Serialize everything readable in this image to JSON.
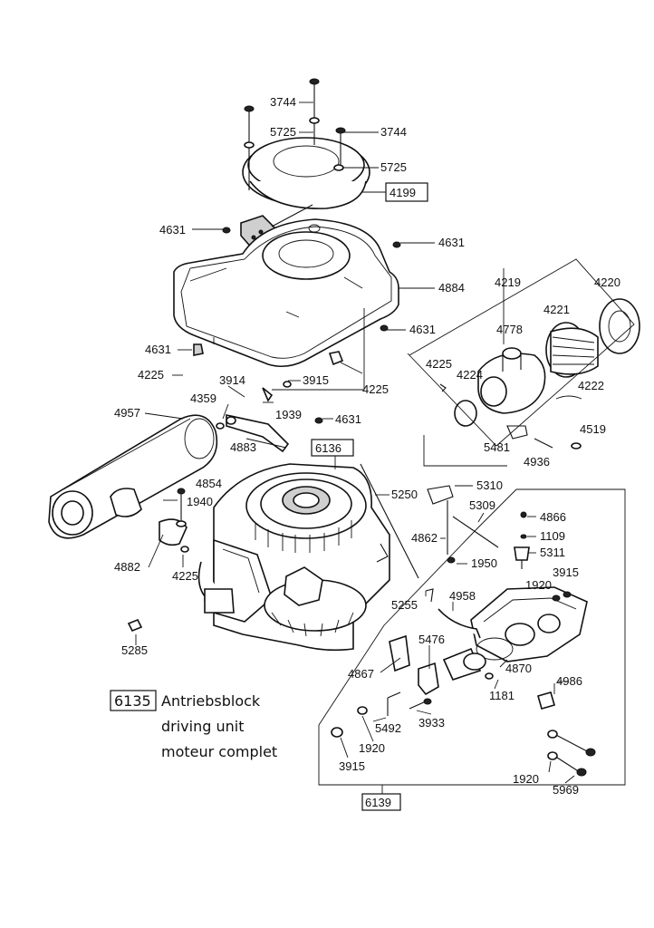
{
  "labels": {
    "p3744a": "3744",
    "p3744b": "3744",
    "p5725a": "5725",
    "p5725b": "5725",
    "p4199": "4199",
    "p4631a": "4631",
    "p4631b": "4631",
    "p4631c": "4631",
    "p4631d": "4631",
    "p4631e": "4631",
    "p4884": "4884",
    "p4219": "4219",
    "p4220": "4220",
    "p4221": "4221",
    "p4778": "4778",
    "p4225a": "4225",
    "p4225b": "4225",
    "p4225c": "4225",
    "p4225d": "4225",
    "p4224": "4224",
    "p4222": "4222",
    "p4519": "4519",
    "p5481": "5481",
    "p4936": "4936",
    "p3914": "3914",
    "p3915a": "3915",
    "p3915b": "3915",
    "p3915c": "3915",
    "p1939": "1939",
    "p4359": "4359",
    "p4957": "4957",
    "p4883": "4883",
    "p6136": "6136",
    "p4854": "4854",
    "p1940": "1940",
    "p5250": "5250",
    "p5310": "5310",
    "p5309": "5309",
    "p4862": "4862",
    "p4866": "4866",
    "p1109": "1109",
    "p5311": "5311",
    "p1950": "1950",
    "p1920a": "1920",
    "p1920b": "1920",
    "p1920c": "1920",
    "p4882": "4882",
    "p5255": "5255",
    "p4958": "4958",
    "p5285": "5285",
    "p5476": "5476",
    "p4867": "4867",
    "p4870": "4870",
    "p4986": "4986",
    "p1181": "1181",
    "p5492": "5492",
    "p3933": "3933",
    "p5969": "5969",
    "p6139": "6139"
  },
  "caption": {
    "code": "6135",
    "de": "Antriebsblock",
    "en": "driving unit",
    "fr": "moteur complet"
  }
}
